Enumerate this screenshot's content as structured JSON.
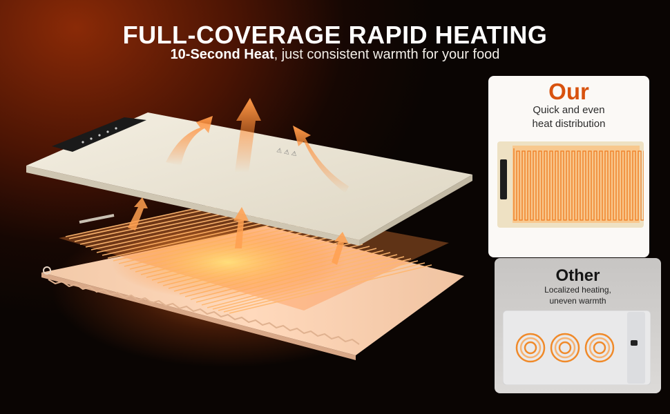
{
  "header": {
    "title": "FULL-COVERAGE RAPID HEATING",
    "subtitle_bold": "10-Second Heat",
    "subtitle_rest": ", just consistent warmth for your food"
  },
  "ours_card": {
    "title": "Our",
    "description_line1": "Quick and even",
    "description_line2": "heat distribution"
  },
  "other_card": {
    "title": "Other",
    "description_line1": "Localized heating,",
    "description_line2": "uneven warmth"
  },
  "colors": {
    "accent_orange": "#d8520e",
    "heat_orange": "#ff8a2a",
    "tray_cream": "#ece6d6",
    "background_dark": "#160703"
  }
}
